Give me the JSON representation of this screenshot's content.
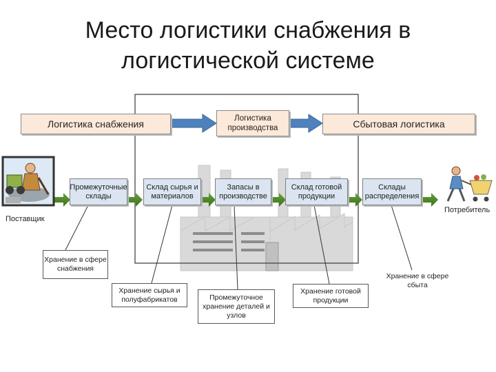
{
  "title": {
    "line1": "Место логистики снабжения в",
    "line2": "логистической системе"
  },
  "top_row": {
    "supply": "Логистика снабжения",
    "production": "Логистика производства",
    "distribution": "Сбытовая логистика"
  },
  "stages": [
    "Промежуточные склады",
    "Склад сырья и материалов",
    "Запасы в производстве",
    "Склад готовой продукции",
    "Склады распределения"
  ],
  "endpoints": {
    "supplier": "Поставщик",
    "consumer": "Потребитель"
  },
  "storage": {
    "supply_sphere": "Хранение в сфере снабжения",
    "raw": "Хранение сырья и полуфабрикатов",
    "intermediate": "Промежуточное хранение деталей и узлов",
    "finished": "Хранение готовой продукции",
    "sales_sphere": "Хранение в сфере сбыта"
  },
  "icons": [
    "worker-clipart-icon",
    "factory-icon",
    "shopper-clipart-icon"
  ],
  "colors": {
    "top_box_fill": "#fde9d9",
    "stage_box_fill": "#dbe5f1",
    "top_arrow": "#4f81bd",
    "stage_arrow": "#4e8a2c",
    "factory_fill": "#d6d6d6"
  }
}
